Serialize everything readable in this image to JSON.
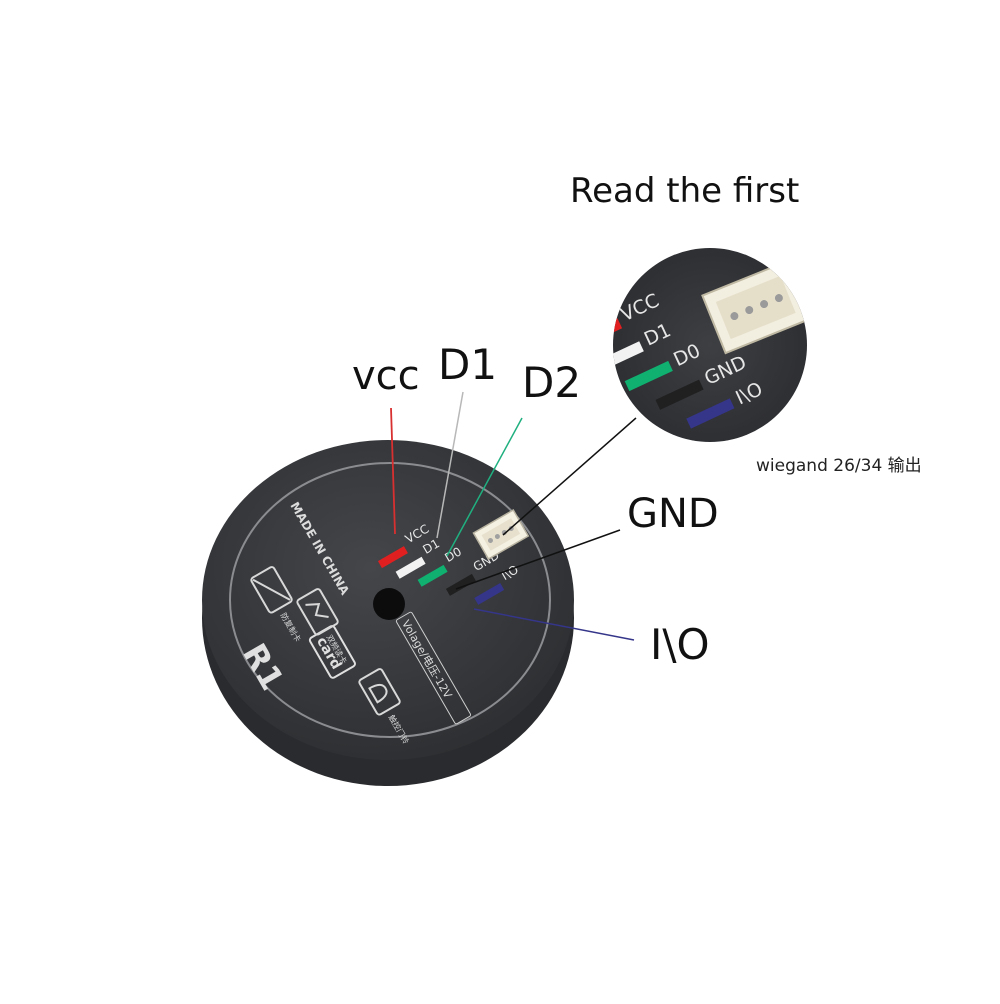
{
  "title": "Read the first",
  "labels": {
    "vcc": "vcc",
    "d1": "D1",
    "d2": "D2",
    "gnd": "GND",
    "io": "I\\O",
    "wiegand": "wiegand 26/34 输出"
  },
  "device": {
    "pin_labels": [
      "VCC",
      "D1",
      "D0",
      "GND",
      "I\\O"
    ],
    "made_in": "MADE IN CHINA",
    "voltage": "Volage/电压-12V",
    "brand": "R1",
    "card": "card",
    "icon_texts": [
      "防复制卡",
      "双频读卡",
      "触控门铃"
    ]
  },
  "inset": {
    "pin_labels": [
      "VCC",
      "D1",
      "D0",
      "GND",
      "I\\O"
    ]
  },
  "colors": {
    "vcc": "#e02020",
    "d1": "#f2f2f2",
    "d2": "#10b070",
    "gnd": "#202020",
    "io": "#35358a",
    "device_body": "#4a4c50",
    "device_face": "#3a3c40"
  }
}
